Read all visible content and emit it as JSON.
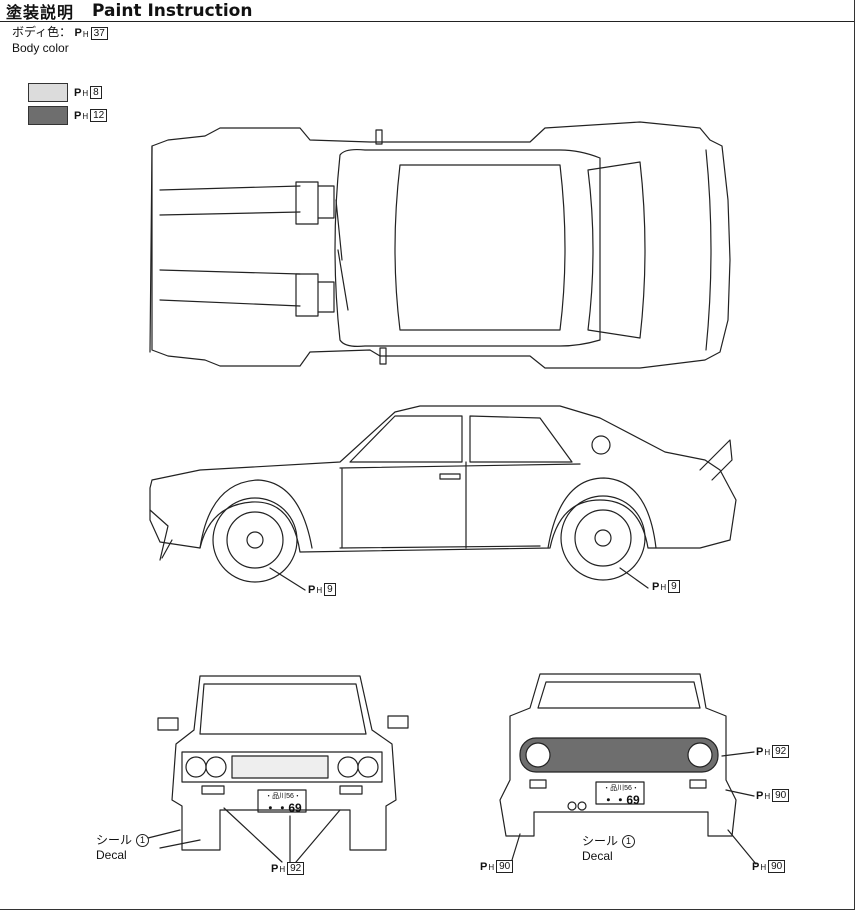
{
  "title": {
    "jp": "塗装説明",
    "en": "Paint Instruction"
  },
  "body_color": {
    "jp_label": "ボディ色：",
    "en_label": "Body color",
    "code": "37"
  },
  "paint_prefix": "P",
  "paint_sub": "H",
  "swatches": [
    {
      "code": "8",
      "color": "#dcdcdc"
    },
    {
      "code": "12",
      "color": "#6e6e6e"
    }
  ],
  "callouts": {
    "side_wheel_front": "9",
    "side_wheel_rear": "9",
    "front_grille": "92",
    "rear_panel": "92",
    "rear_bumper_side": "90",
    "rear_flap_left": "90",
    "rear_flap_right": "90"
  },
  "decal": {
    "jp": "シール",
    "en": "Decal",
    "number": "1"
  },
  "plate": {
    "top": "・品川56・",
    "bottom": "・・69"
  }
}
